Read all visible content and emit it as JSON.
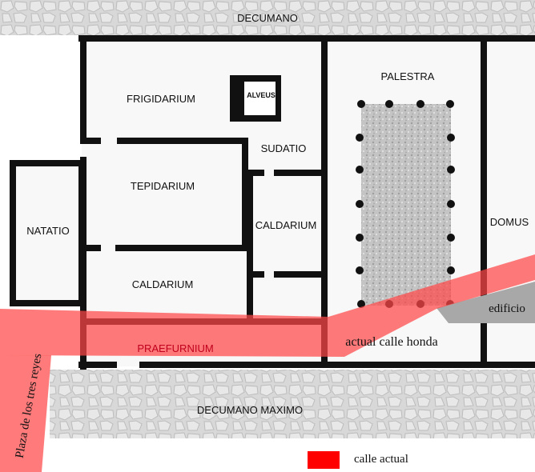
{
  "streets": {
    "decumano": "DECUMANO",
    "decumano_maximo": "DECUMANO MAXIMO"
  },
  "rooms": {
    "frigidarium": "FRIGIDARIUM",
    "alveus": "ALVEUS",
    "sudatio": "SUDATIO",
    "tepidarium": "TEPIDARIUM",
    "caldarium_right": "CALDARIUM",
    "caldarium_left": "CALDARIUM",
    "natatio": "NATATIO",
    "palestra": "PALESTRA",
    "domus": "DOMUS",
    "praefurnium": "PRAEFURNIUM",
    "edificio": "edificio"
  },
  "overlay": {
    "calle_honda": "actual calle honda",
    "plaza": "Plaza de los tres reyes"
  },
  "legend": {
    "label": "calle actual",
    "color": "#ff0000"
  },
  "colors": {
    "wall": "#111111",
    "street_overlay": "#ff5a5a",
    "praefurnium_text": "#c0001c",
    "cobble": "#d9d9d9"
  }
}
